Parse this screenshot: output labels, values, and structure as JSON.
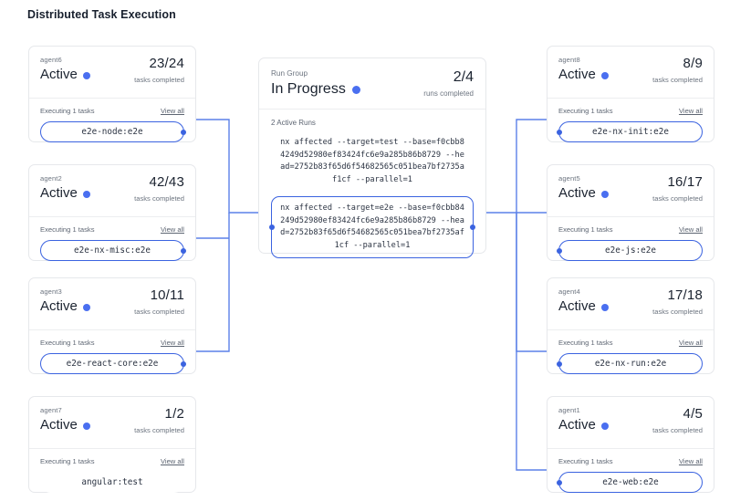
{
  "header": {
    "title": "Distributed Task Execution"
  },
  "theme": {
    "accent": "#3b63e0",
    "dot": "#4a6ff0",
    "connector": "#5b81e8",
    "card_border": "#e6e8eb",
    "text_primary": "#1b2330",
    "text_muted": "#6d7580"
  },
  "labels": {
    "executing": "Executing 1 tasks",
    "view_all": "View all",
    "tasks_completed": "tasks completed",
    "runs_completed": "runs completed"
  },
  "run_group": {
    "title": "Run Group",
    "status": "In Progress",
    "count": "2/4",
    "count_label": "runs completed",
    "active_runs_label": "2 Active Runs",
    "runs": [
      {
        "command": "nx affected --target=test --base=f0cbb84249d52980ef83424fc6e9a285b86b8729 --head=2752b83f65d6f54682565c051bea7bf2735af1cf --parallel=1",
        "boxed": false
      },
      {
        "command": "nx affected --target=e2e --base=f0cbb84249d52980ef83424fc6e9a285b86b8729 --head=2752b83f65d6f54682565c051bea7bf2735af1cf --parallel=1",
        "boxed": true
      }
    ]
  },
  "left_agents": [
    {
      "name": "agent6",
      "status": "Active",
      "count": "23/24",
      "count_label": "tasks completed",
      "executing": "Executing 1 tasks",
      "view_all": "View all",
      "task": "e2e-node:e2e",
      "connected": true
    },
    {
      "name": "agent2",
      "status": "Active",
      "count": "42/43",
      "count_label": "tasks completed",
      "executing": "Executing 1 tasks",
      "view_all": "View all",
      "task": "e2e-nx-misc:e2e",
      "connected": true
    },
    {
      "name": "agent3",
      "status": "Active",
      "count": "10/11",
      "count_label": "tasks completed",
      "executing": "Executing 1 tasks",
      "view_all": "View all",
      "task": "e2e-react-core:e2e",
      "connected": true
    },
    {
      "name": "agent7",
      "status": "Active",
      "count": "1/2",
      "count_label": "tasks completed",
      "executing": "Executing 1 tasks",
      "view_all": "View all",
      "task": "angular:test",
      "connected": false
    }
  ],
  "right_agents": [
    {
      "name": "agent8",
      "status": "Active",
      "count": "8/9",
      "count_label": "tasks completed",
      "executing": "Executing 1 tasks",
      "view_all": "View all",
      "task": "e2e-nx-init:e2e",
      "connected": true
    },
    {
      "name": "agent5",
      "status": "Active",
      "count": "16/17",
      "count_label": "tasks completed",
      "executing": "Executing 1 tasks",
      "view_all": "View all",
      "task": "e2e-js:e2e",
      "connected": true
    },
    {
      "name": "agent4",
      "status": "Active",
      "count": "17/18",
      "count_label": "tasks completed",
      "executing": "Executing 1 tasks",
      "view_all": "View all",
      "task": "e2e-nx-run:e2e",
      "connected": true
    },
    {
      "name": "agent1",
      "status": "Active",
      "count": "4/5",
      "count_label": "tasks completed",
      "executing": "Executing 1 tasks",
      "view_all": "View all",
      "task": "e2e-web:e2e",
      "connected": true
    }
  ]
}
